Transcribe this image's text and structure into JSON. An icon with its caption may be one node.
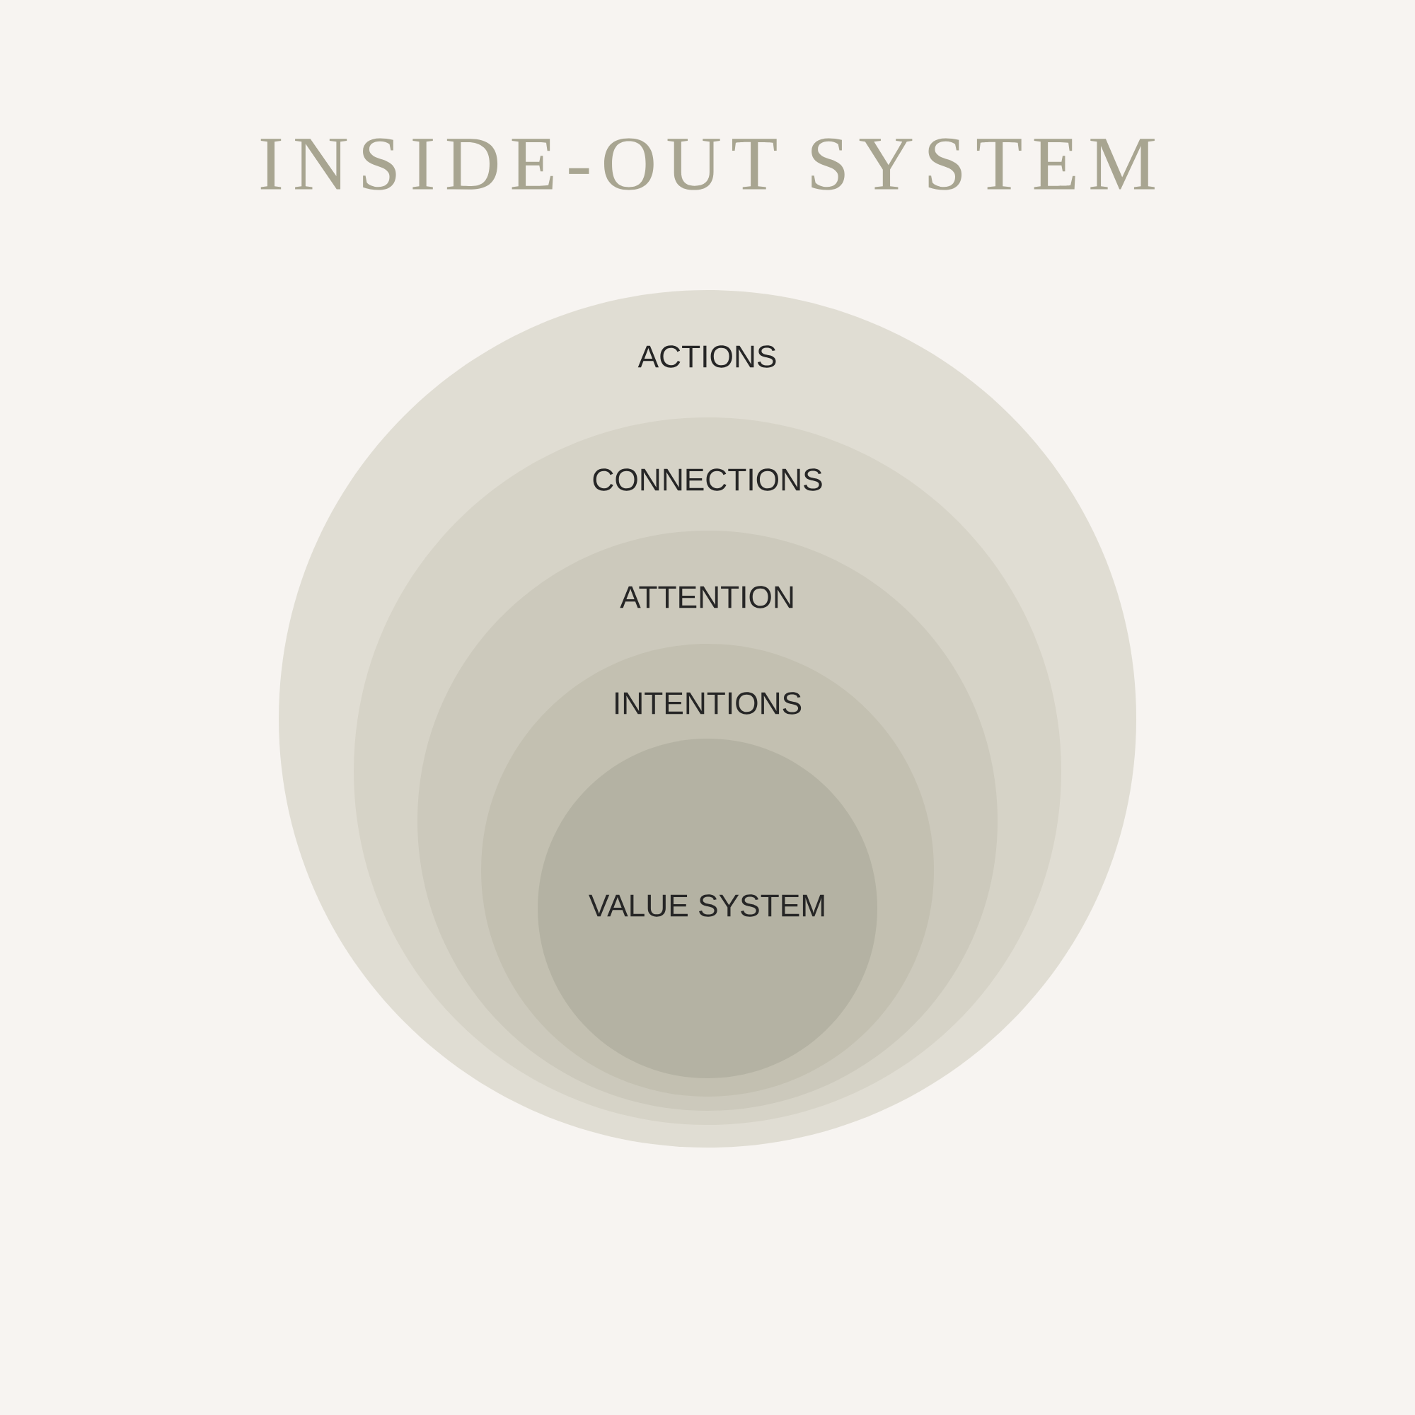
{
  "diagram": {
    "title": "INSIDE-OUT SYSTEM",
    "nodes": [
      {
        "text": [
          "ACTIONS"
        ]
      },
      {
        "text": [
          "CONNECTIONS"
        ],
        "in": 0
      },
      {
        "text": [
          "ATTENTION"
        ],
        "in": 1
      },
      {
        "text": [
          "INTENTIONS"
        ],
        "in": 2
      },
      {
        "text": [
          "VALUE SYSTEM"
        ],
        "in": 3
      }
    ],
    "edges": []
  }
}
